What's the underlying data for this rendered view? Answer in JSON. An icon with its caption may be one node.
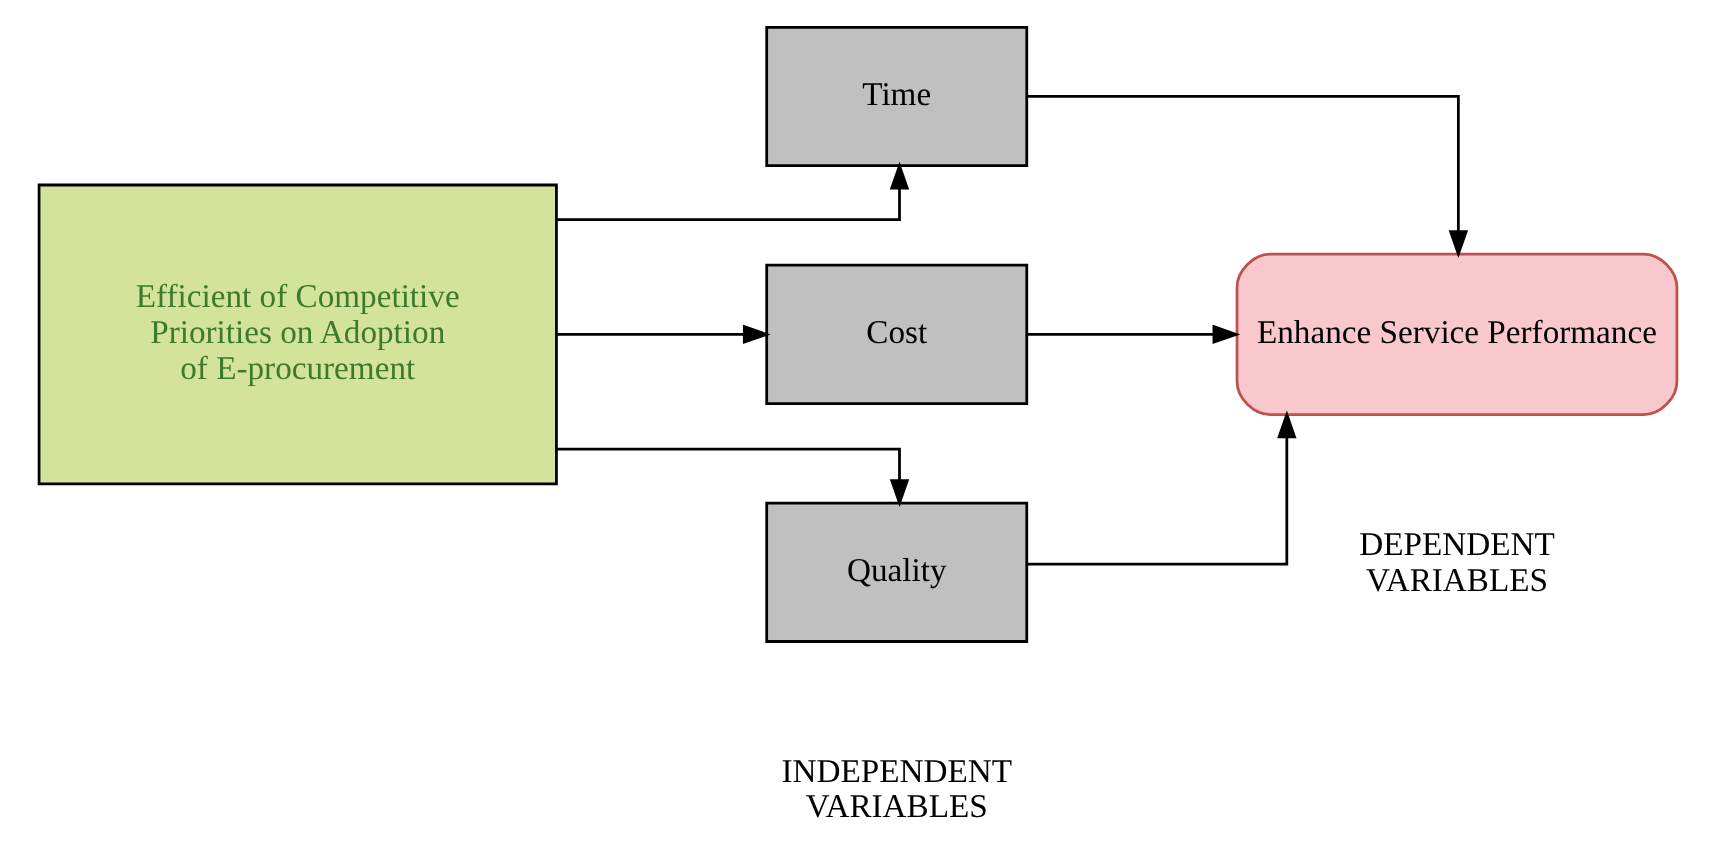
{
  "diagram": {
    "nodes": [
      {
        "text": [
          "Efficient of Competitive Priorities on Adoption of E-procurement"
        ]
      },
      {
        "text": [
          "Time"
        ]
      },
      {
        "text": [
          "Cost"
        ]
      },
      {
        "text": [
          "Quality"
        ]
      },
      {
        "text": [
          "Enhance Service Performance"
        ]
      }
    ],
    "edges": [
      {
        "from": 0,
        "to": 1,
        "arrow": "to"
      },
      {
        "from": 0,
        "to": 2,
        "arrow": "to"
      },
      {
        "from": 0,
        "to": 3,
        "arrow": "to"
      },
      {
        "from": 1,
        "to": 4,
        "arrow": "to"
      },
      {
        "from": 2,
        "to": 4,
        "arrow": "to"
      },
      {
        "from": 3,
        "to": 4,
        "arrow": "to"
      }
    ],
    "labels": [
      "INDEPENDENT VARIABLES",
      "DEPENDENT VARIABLES"
    ]
  }
}
